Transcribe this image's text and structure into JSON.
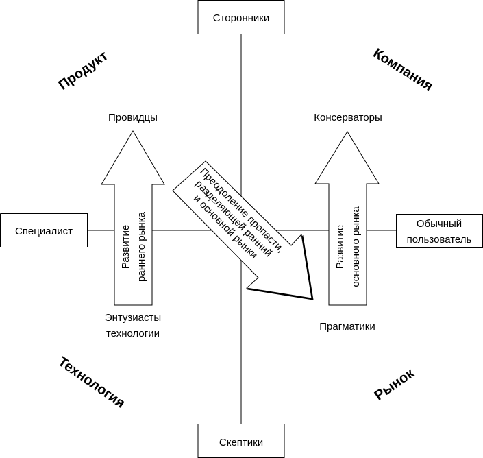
{
  "diagram": {
    "axes": {
      "top": "Сторонники",
      "bottom": "Скептики",
      "left": "Специалист",
      "right": [
        "Обычный",
        "пользователь"
      ]
    },
    "quadrants": {
      "top_left": "Продукт",
      "top_right": "Компания",
      "bottom_left": "Технология",
      "bottom_right": "Рынок"
    },
    "segments": {
      "visionaries": "Провидцы",
      "conservatives": "Консерваторы",
      "enthusiasts": [
        "Энтузиасты",
        "технологии"
      ],
      "pragmatists": "Прагматики"
    },
    "arrows": {
      "early_market": [
        "Развитие",
        "раннего рынка"
      ],
      "mainstream_market": [
        "Развитие",
        "основного рынка"
      ],
      "chasm": [
        "Преодоление пропасти,",
        "разделяющей ранний",
        "и основной рынки"
      ]
    },
    "colors": {
      "stroke": "#000000",
      "fill": "#ffffff",
      "shadow": "#000000"
    }
  }
}
